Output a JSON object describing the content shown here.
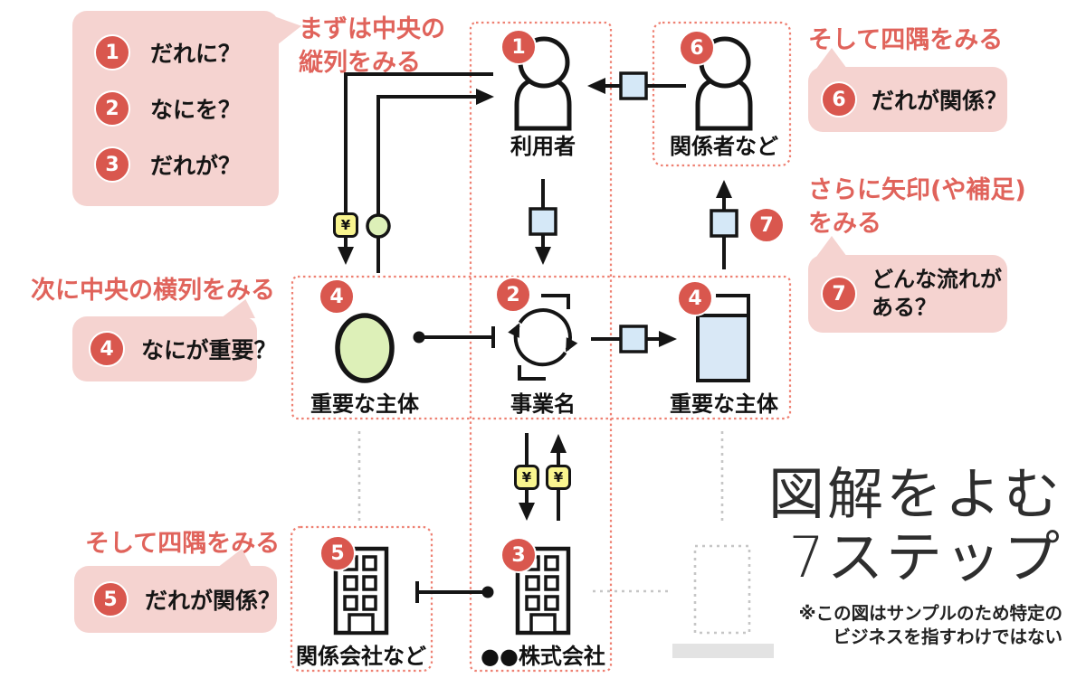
{
  "colors": {
    "accent_red": "#d9574e",
    "text_red": "#e0635b",
    "pink_panel": "#f5d3d0",
    "dotted_zone_red": "#ee8072",
    "yen_yellow": "#f9f58f",
    "subject_green": "#ddf0b8",
    "flow_blue": "#d5e8f7",
    "ghost_gray": "#c6c6c6",
    "ink": "#151515"
  },
  "instructions": {
    "center_column": {
      "line1": "まずは中央の",
      "line2": "縦列をみる"
    },
    "center_row": "次に中央の横列をみる",
    "corners_top_right": "そして四隅をみる",
    "corners_bottom_left": "そして四隅をみる",
    "arrows": {
      "line1": "さらに矢印(や補足)",
      "line2": "をみる"
    }
  },
  "callouts": {
    "questions": {
      "items": [
        {
          "num": "1",
          "text": "だれに？"
        },
        {
          "num": "2",
          "text": "なにを？"
        },
        {
          "num": "3",
          "text": "だれが？"
        }
      ]
    },
    "importance": {
      "num": "4",
      "text": "なにが重要？"
    },
    "corner_bottom_left": {
      "num": "5",
      "text": "だれが関係？"
    },
    "corner_top_right": {
      "num": "6",
      "text": "だれが関係？"
    },
    "flow": {
      "num": "7",
      "line1": "どんな流れが",
      "line2": "ある？"
    }
  },
  "nodes": {
    "user": {
      "num": "1",
      "label": "利用者"
    },
    "business": {
      "num": "2",
      "label": "事業名"
    },
    "company": {
      "num": "3",
      "label": "●●株式会社"
    },
    "key_subject_left": {
      "num": "4",
      "label": "重要な主体"
    },
    "key_subject_right": {
      "num": "4",
      "label": "重要な主体"
    },
    "related_company": {
      "num": "5",
      "label": "関係会社など"
    },
    "stakeholders": {
      "num": "6",
      "label": "関係者など"
    },
    "flow_step": {
      "num": "7"
    }
  },
  "markers": {
    "yen": "¥"
  },
  "title": {
    "line1": "図解をよむ",
    "line2": "7ステップ",
    "note_line1": "※この図はサンプルのため特定の",
    "note_line2": "ビジネスを指すわけではない"
  }
}
